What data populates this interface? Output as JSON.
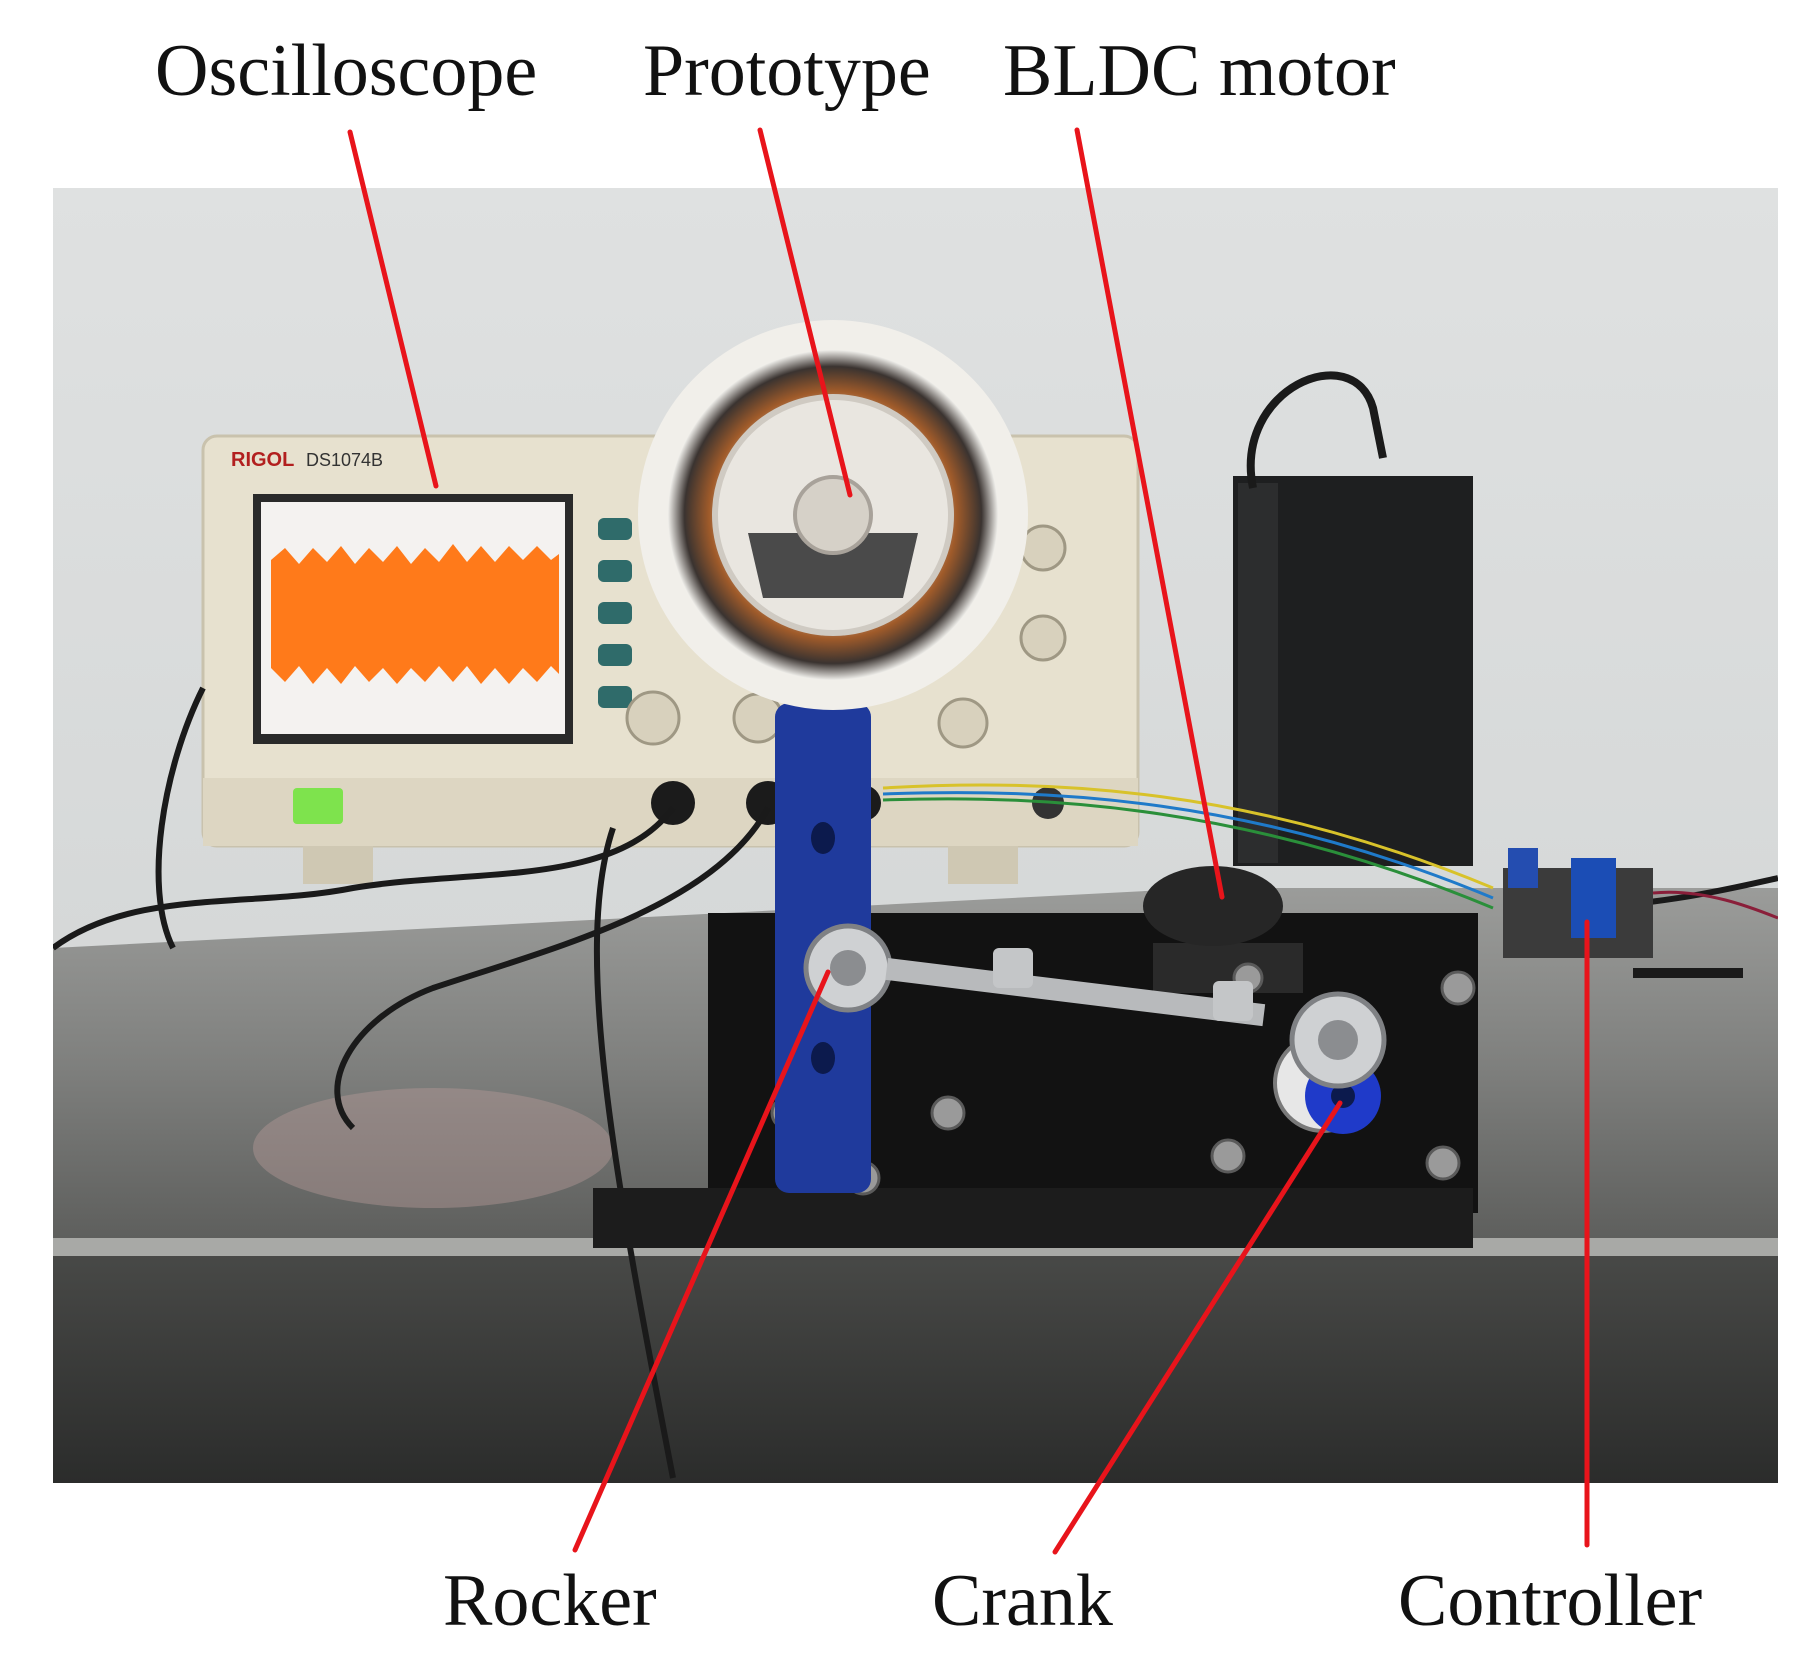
{
  "labels": {
    "oscilloscope": "Oscilloscope",
    "prototype": "Prototype",
    "bldc_motor": "BLDC motor",
    "rocker": "Rocker",
    "crank": "Crank",
    "controller": "Controller"
  },
  "oscilloscope": {
    "brand": "RIGOL",
    "model": "DS1074B"
  },
  "colors": {
    "pointer_line": "#e8141b",
    "waveform": "#ff7a1a",
    "rocker": "#1f3a9c",
    "wall": "#d9dcdc",
    "table": "#8d8e8c"
  }
}
